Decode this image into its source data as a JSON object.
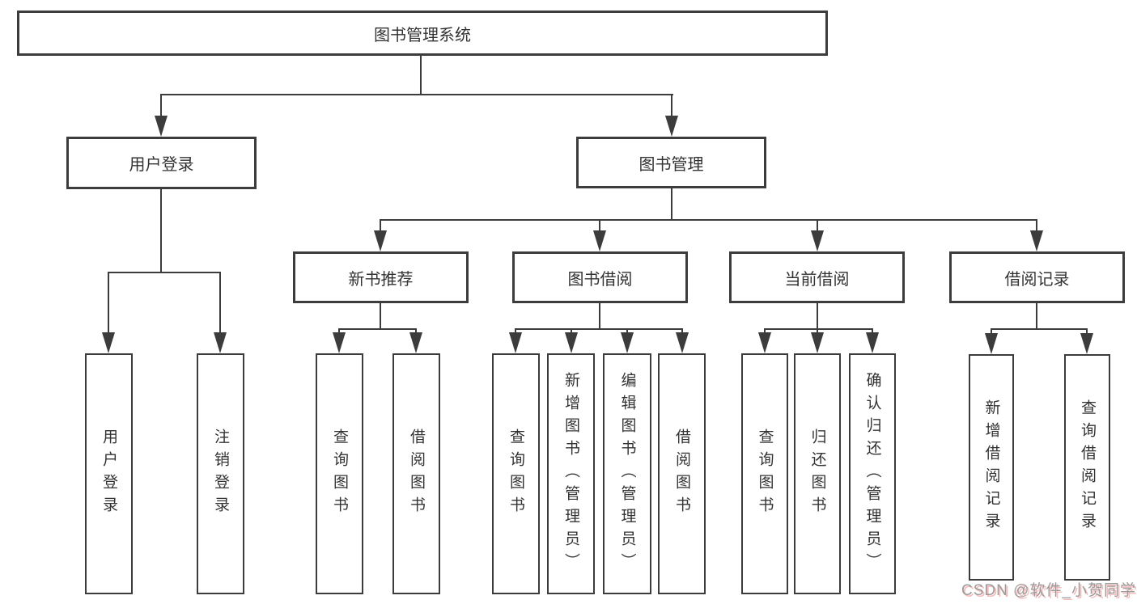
{
  "tree": {
    "label": "图书管理系统",
    "children": [
      {
        "label": "用户登录",
        "children": [
          {
            "label": "用户登录"
          },
          {
            "label": "注销登录"
          }
        ]
      },
      {
        "label": "图书管理",
        "children": [
          {
            "label": "新书推荐",
            "children": [
              {
                "label": "查询图书"
              },
              {
                "label": "借阅图书"
              }
            ]
          },
          {
            "label": "图书借阅",
            "children": [
              {
                "label": "查询图书"
              },
              {
                "label": "新增图书（管理员）"
              },
              {
                "label": "编辑图书（管理员）"
              },
              {
                "label": "借阅图书"
              }
            ]
          },
          {
            "label": "当前借阅",
            "children": [
              {
                "label": "查询图书"
              },
              {
                "label": "归还图书"
              },
              {
                "label": "确认归还（管理员）"
              }
            ]
          },
          {
            "label": "借阅记录",
            "children": [
              {
                "label": "新增借阅记录"
              },
              {
                "label": "查询借阅记录"
              }
            ]
          }
        ]
      }
    ]
  },
  "watermark": {
    "text": "CSDN @软件_小贺同学"
  },
  "colors": {
    "line": "#3c3c3c",
    "text": "#333333",
    "background": "#ffffff",
    "watermark_gray": "#9b9b9b",
    "watermark_pink": "#f7baba"
  }
}
